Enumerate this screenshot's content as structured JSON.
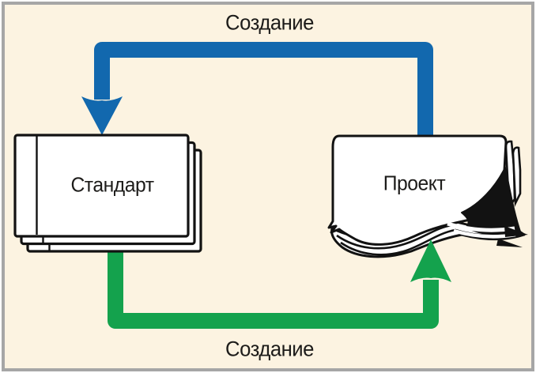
{
  "frame": {
    "background": "#fcf3e1",
    "border_color": "#a6a6a6"
  },
  "labels": {
    "top": "Создание",
    "bottom": "Создание"
  },
  "nodes": {
    "standard": {
      "label": "Стандарт"
    },
    "project": {
      "label": "Проект"
    }
  },
  "arrows": {
    "blue": {
      "color": "#1268ae",
      "points_to": "Стандарт"
    },
    "green": {
      "color": "#14a24d",
      "points_to": "Проект"
    }
  }
}
